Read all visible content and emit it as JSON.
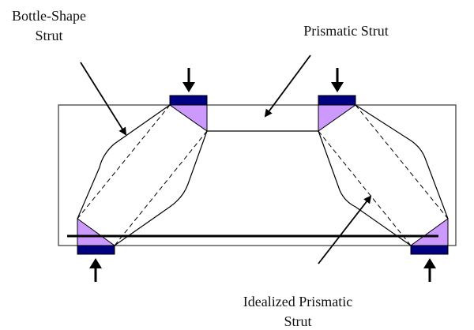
{
  "labels": {
    "bottle_shape_line1": "Bottle-Shape",
    "bottle_shape_line2": "Strut",
    "prismatic": "Prismatic Strut",
    "idealized_line1": "Idealized Prismatic",
    "idealized_line2": "Strut"
  },
  "colors": {
    "bearing_plate": "#000080",
    "nodal_zone": "#cc99ff",
    "line": "#000000",
    "beam_outline": "#444444",
    "background": "#ffffff"
  },
  "components": {
    "beam": "deep beam outline",
    "reinforcement": "tension tie (bottom reinforcement bar)",
    "loads": [
      "top-left applied load",
      "top-right applied load"
    ],
    "reactions": [
      "bottom-left support reaction",
      "bottom-right support reaction"
    ]
  }
}
